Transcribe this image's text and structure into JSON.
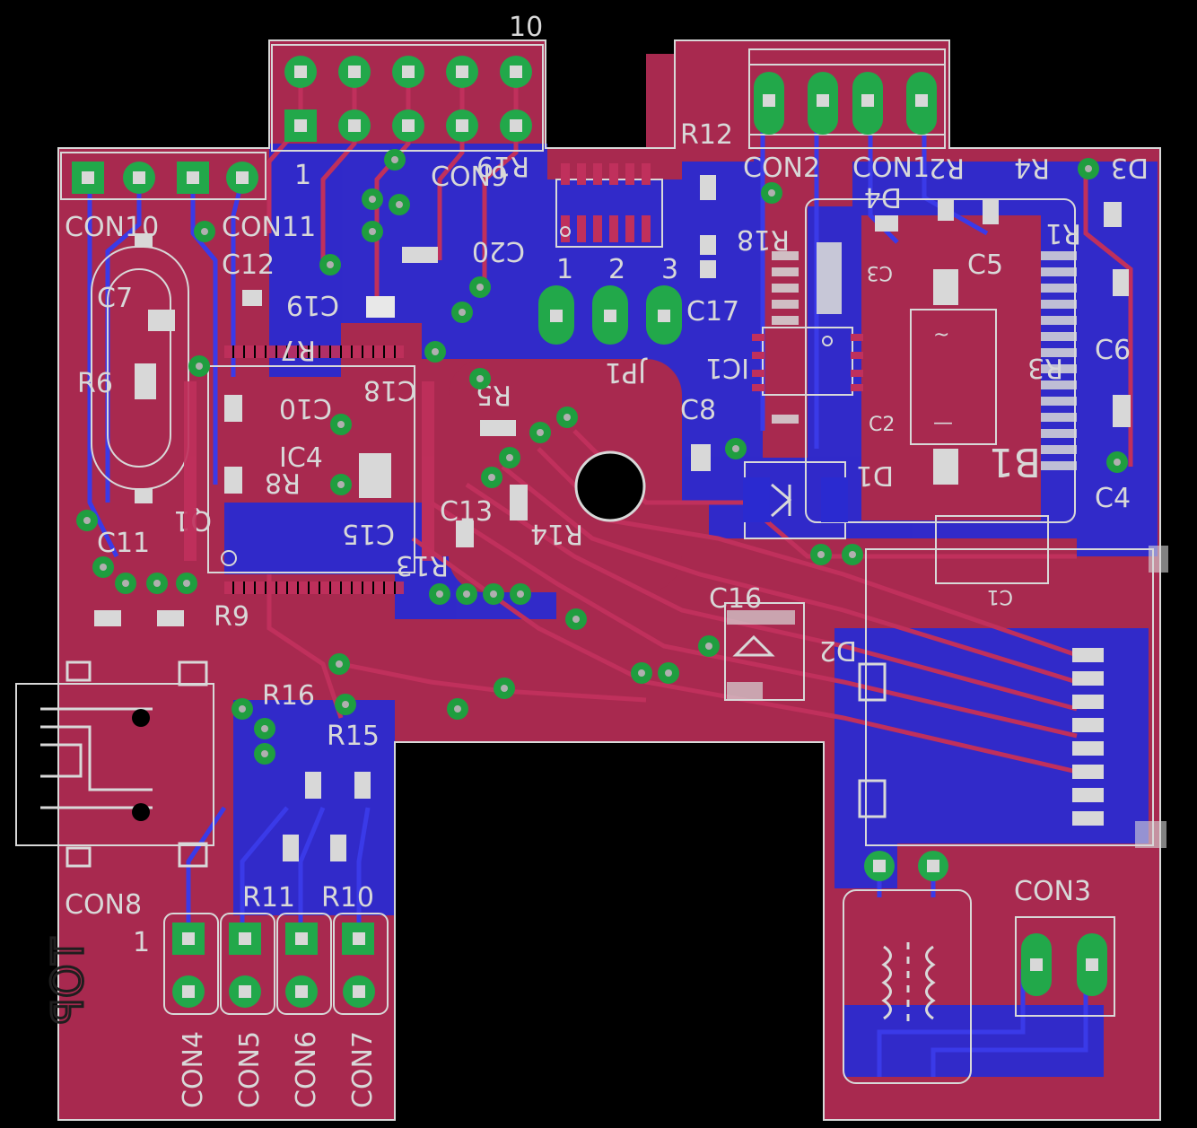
{
  "colors": {
    "background": "#000000",
    "top_copper": "#a8294f",
    "bottom_copper": "#2a2ad0",
    "overlap": "#7a2a7a",
    "silkscreen": "#d8d8d8",
    "pad_green": "#22a84a",
    "via_green": "#1f9e3f",
    "drill": "#d8d8d8"
  },
  "header_pin_label": "10",
  "labels": {
    "con1_pin1": "1",
    "con10": "CON10",
    "con11": "CON11",
    "c7": "C7",
    "r6": "R6",
    "c12": "C12",
    "c19": "C19",
    "r7": "R7",
    "c10": "C10",
    "c18": "C18",
    "ic4": "IC4",
    "r8": "R8",
    "q1": "Q1",
    "c11": "C11",
    "r9": "R9",
    "c15": "C15",
    "r13": "R13",
    "c13": "C13",
    "r14": "R14",
    "r5": "R5",
    "con9": "CON9",
    "r19": "R19",
    "c20": "C20",
    "jp1": "JP1",
    "jp1_pin1": "1",
    "jp1_pin2": "2",
    "jp1_pin3": "3",
    "c17": "C17",
    "r12": "R12",
    "r18": "R18",
    "ic1": "IC1",
    "c8": "C8",
    "con2": "CON2",
    "con1": "CON1",
    "r2": "R2",
    "r4": "R4",
    "d3": "D3",
    "d4": "D4",
    "r1": "R1",
    "c5": "C5",
    "c3": "C3",
    "r3": "R3",
    "c6": "C6",
    "c2": "C2",
    "d1": "D1",
    "b1": "B1",
    "c4": "C4",
    "c1": "C1",
    "c16": "C16",
    "d2": "D2",
    "r16": "R16",
    "r15": "R15",
    "con8": "CON8",
    "con8_pin1": "1",
    "r11": "R11",
    "r10": "R10",
    "con4": "CON4",
    "con5": "CON5",
    "con6": "CON6",
    "con7": "CON7",
    "con3": "CON3",
    "top_marker": "TOP"
  }
}
